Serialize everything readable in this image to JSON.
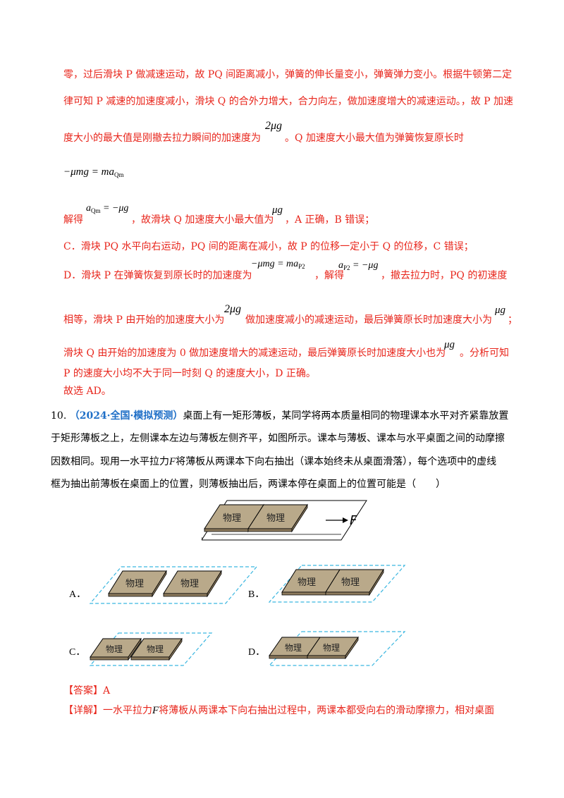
{
  "solution": {
    "l1": "零，过后滑块 P 做减速运动，故 PQ 间距离减小，弹簧的伸长量变小，弹簧弹力变小。根据牛顿第二定",
    "l2": "律可知 P 减速的加速度减小，滑块 Q 的合外力增大，合力向左，做加速度增大的减速运动。，故 P 加速",
    "l3a": "度大小的最大值是刚撤去拉力瞬间的加速度为",
    "l3_math": "2μg",
    "l3b": "。Q 加速度大小最大值为弹簧恢复原长时",
    "eq1": "−μmg = ma",
    "eq1_sub": "Qm",
    "l5a": "解得",
    "l5_math1": "a",
    "l5_math1_sub": "Qm",
    "l5_math1_rest": " = −μg",
    "l5b": "，故滑块 Q 加速度大小最大值为",
    "l5_math2": "μg",
    "l5c": "，A 正确，B 错误；",
    "l6": "C．滑块 PQ 水平向右运动，PQ 间的距离在减小，故 P 的位移一定小于 Q 的位移，C 错误；",
    "l7a": "D．滑块 P 在弹簧恢复到原长时的加速度为",
    "l7_math1": "−μmg = ma",
    "l7_math1_sub": "P2",
    "l7b": "，解得",
    "l7_math2": "a",
    "l7_math2_sub": "P2",
    "l7_math2_rest": " = −μg",
    "l7c": "，撤去拉力时，PQ 的初速度",
    "l8a": "相等，滑块 P 由开始的加速度大小为",
    "l8_math1": "2μg",
    "l8b": "做加速度减小的减速运动，最后弹簧原长时加速度大小为",
    "l8_math2": "μg",
    "l8c": "；",
    "l9a": "滑块 Q 由开始的加速度为 0 做加速度增大的减速运动，最后弹簧原长时加速度大小也为",
    "l9_math": "μg",
    "l9b": "。分析可知",
    "l10": "P 的速度大小均不大于同一时刻 Q 的速度大小，D 正确。",
    "l11": "故选 AD。"
  },
  "question": {
    "number": "10.",
    "source": "（2024·全国·模拟预测）",
    "q1": "桌面上有一矩形薄板，某同学将两本质量相同的物理课本水平对齐紧靠放置",
    "q2": "于矩形薄板之上，左侧课本左边与薄板左侧齐平，如图所示。课本与薄板、课本与水平桌面之间的动摩擦",
    "q3a": "因数相同。现用一水平拉力",
    "q3_F": "F",
    "q3b": "将薄板从两课本下向右抽出（课本始终未从桌面滑落），每个选项中的虚线",
    "q4": "框为抽出前薄板在桌面上的位置，则薄板抽出后，两课本停在桌面上的位置可能是（　　）",
    "book_label": "物理",
    "force_label": "F",
    "options": [
      "A．",
      "B．",
      "C．",
      "D．"
    ]
  },
  "answer": {
    "label": "【答案】",
    "value": "A"
  },
  "detail": {
    "label": "【详解】",
    "text_a": "一水平拉力",
    "F": "F",
    "text_b": "将薄板从两课本下向右抽出过程中，两课本都受向右的滑动摩擦力，相对桌面"
  },
  "colors": {
    "solution_text": "#e8251b",
    "source_tag": "#1f6fc7",
    "book_fill": "#b9a98a",
    "dashed_frame": "#3ab6e0"
  }
}
